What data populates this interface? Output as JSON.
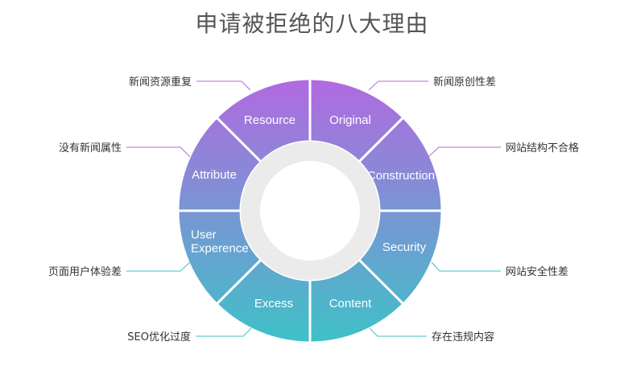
{
  "title": "申请被拒绝的八大理由",
  "colors": {
    "top": "#b16ae0",
    "bottom": "#3fc1c7",
    "ring": "#ebebeb",
    "divider": "#ffffff"
  },
  "segments": [
    {
      "label_lines": [
        "Original"
      ],
      "callout": "新闻原创性差"
    },
    {
      "label_lines": [
        "Construction"
      ],
      "callout": "网站结构不合格"
    },
    {
      "label_lines": [
        "Security"
      ],
      "callout": "网站安全性差"
    },
    {
      "label_lines": [
        "Content"
      ],
      "callout": "存在违规内容"
    },
    {
      "label_lines": [
        "Excess"
      ],
      "callout": "SEO优化过度"
    },
    {
      "label_lines": [
        "User",
        "Experence"
      ],
      "callout": "页面用户体验差"
    },
    {
      "label_lines": [
        "Attribute"
      ],
      "callout": "没有新闻属性"
    },
    {
      "label_lines": [
        "Resource"
      ],
      "callout": "新闻资源重复"
    }
  ]
}
